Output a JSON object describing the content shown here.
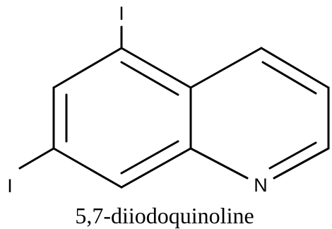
{
  "molecule": {
    "atoms": {
      "iodine_top": "I",
      "iodine_left": "I",
      "nitrogen": "N"
    },
    "caption": "5,7-diiodoquinoline"
  },
  "colors": {
    "ink": "#000000",
    "background": "#ffffff"
  }
}
